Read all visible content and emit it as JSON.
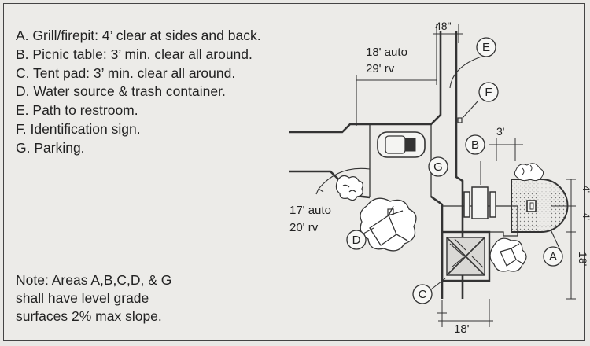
{
  "legend": [
    "A. Grill/firepit: 4’ clear at sides and back.",
    "B. Picnic table: 3’ min. clear all around.",
    "C. Tent pad: 3’ min. clear all around.",
    "D. Water source & trash container.",
    "E. Path to restroom.",
    "F. Identification sign.",
    "G. Parking."
  ],
  "note": [
    "Note: Areas A,B,C,D, & G",
    "shall have level grade",
    "surfaces 2% max slope."
  ],
  "dimensions": {
    "path_width": "48\"",
    "upper_auto": "18' auto",
    "upper_rv": "29' rv",
    "lower_auto": "17' auto",
    "lower_rv": "20' rv",
    "table_clear": "3'",
    "grill_clear_1": "4'",
    "grill_clear_2": "4'",
    "grill_depth": "18'",
    "tent_width": "18'"
  },
  "callouts": {
    "a": "A",
    "b": "B",
    "c": "C",
    "d": "D",
    "e": "E",
    "f": "F",
    "g": "G"
  }
}
